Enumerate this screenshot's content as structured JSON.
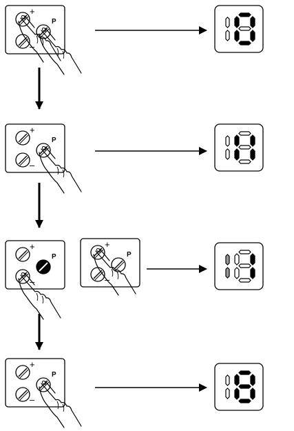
{
  "diagram": {
    "colors": {
      "ink": "#000000",
      "segment_light": "#ffffff",
      "background": "#ffffff"
    },
    "labels": {
      "plus": "+",
      "minus": "–",
      "program": "P"
    },
    "steps": [
      {
        "panels": [
          {
            "pressed": [
              "P",
              "+"
            ]
          }
        ],
        "display": {
          "segments": {
            "a": "dark",
            "b": "dark",
            "c": "dark",
            "d": "dark",
            "e": "dark",
            "f": "dark",
            "g": "light"
          }
        }
      },
      {
        "panels": [
          {
            "pressed": [
              "P"
            ]
          }
        ],
        "display": {
          "segments": {
            "a": "light",
            "b": "dark",
            "c": "dark",
            "d": "light",
            "e": "dark",
            "f": "dark",
            "g": "light"
          }
        }
      },
      {
        "panels": [
          {
            "pressed": [
              "-"
            ],
            "p_filled": true
          },
          {
            "pressed": [
              "+"
            ]
          }
        ],
        "display": {
          "segments": {
            "a": "light",
            "b": "dark",
            "c": "dark",
            "d": "light",
            "e": "light",
            "f": "light",
            "g": "light"
          },
          "left_gray": true
        }
      },
      {
        "panels": [
          {
            "pressed": [
              "P"
            ]
          }
        ],
        "display": {
          "segments": {
            "a": "dark",
            "b": "dark",
            "c": "dark",
            "d": "dark",
            "e": "dark",
            "f": "dark",
            "g": "dark"
          }
        }
      }
    ]
  }
}
